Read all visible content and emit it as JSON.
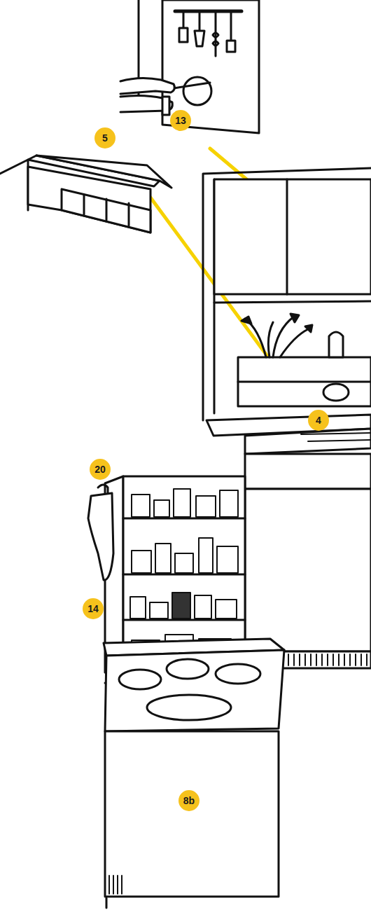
{
  "diagram": {
    "labels": [
      "13",
      "5",
      "20",
      "4",
      "14",
      "8b"
    ]
  }
}
